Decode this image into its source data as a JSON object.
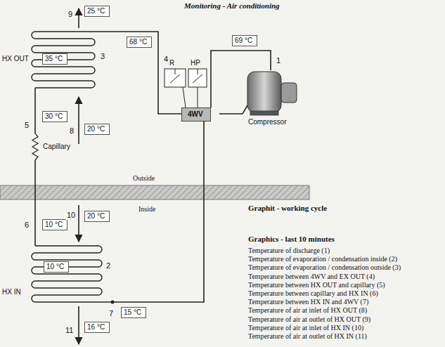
{
  "diagram": {
    "title": "Monitoring - Air conditioning",
    "nodes": [
      {
        "text": [
          "25 °C"
        ]
      },
      {
        "text": [
          "68 °C"
        ]
      },
      {
        "text": [
          "69 °C"
        ]
      },
      {
        "text": [
          "35 °C"
        ]
      },
      {
        "text": [
          "30 °C"
        ]
      },
      {
        "text": [
          "20 °C"
        ]
      },
      {
        "text": [
          "4WV"
        ]
      },
      {
        "text": [
          "20 °C"
        ]
      },
      {
        "text": [
          "10 °C"
        ]
      },
      {
        "text": [
          "10 °C"
        ]
      },
      {
        "text": [
          "15 °C"
        ]
      },
      {
        "text": [
          "16 °C"
        ]
      }
    ],
    "labels": [
      "9",
      "4",
      "3",
      "HX OUT",
      "R",
      "HP",
      "1",
      "Compressor",
      "5",
      "8",
      "Capillary",
      "Outside",
      "Inside",
      "6",
      "10",
      "2",
      "HX IN",
      "7",
      "11",
      "Graphit - working cycle",
      "Graphics - last 10 minutes",
      "Temperature of discharge (1)",
      "Temperature of evaporation / condensation inside (2)",
      "Temperature of evaporation / condensation outside (3)",
      "Temperature between 4WV and EX OUT (4)",
      "Temperature between HX OUT and capillary (5)",
      "Temperature between capillary and HX IN (6)",
      "Temperature between HX IN and 4WV (7)",
      "Temperature of air at inlet of HX OUT (8)",
      "Temperature of air at outlet of HX OUT (9)",
      "Temperature of air at inlet of HX IN (10)",
      "Temperature of air at outlet of HX IN (11)"
    ]
  }
}
